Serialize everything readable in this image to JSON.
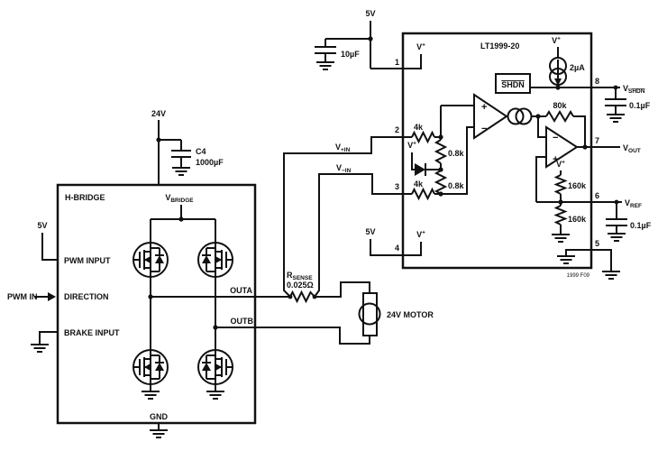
{
  "colors": {
    "ic_fill": "#e8c4bc",
    "line": "#111111",
    "background": "#ffffff"
  },
  "supplies": {
    "v5_top": "5V",
    "c_bypass": "10µF",
    "v24": "24V",
    "c4_name": "C4",
    "c4_value": "1000µF",
    "v5_logic": "5V",
    "v5_pin4": "5V"
  },
  "ic": {
    "part": "LT1999-20",
    "fig_note": "1999 F09",
    "shdn_block": "SHDN",
    "i_bias": "2µA",
    "r_in_top": "4k",
    "r_in_bot": "4k",
    "r_div_top": "0.8k",
    "r_div_bot": "0.8k",
    "r_fb": "80k",
    "r_ref_top": "160k",
    "r_ref_bot": "160k",
    "vplus": {
      "main": "V",
      "sup": "+"
    },
    "op_plus": "+",
    "op_minus": "−",
    "pins": {
      "p1": "1",
      "p2": "2",
      "p3": "3",
      "p4": "4",
      "p5": "5",
      "p6": "6",
      "p7": "7",
      "p8": "8"
    }
  },
  "signals": {
    "v_in_p": {
      "main": "V",
      "sub": "+IN"
    },
    "v_in_n": {
      "main": "V",
      "sub": "−IN"
    },
    "v_out": {
      "main": "V",
      "sub": "OUT"
    },
    "v_ref": {
      "main": "V",
      "sub": "REF"
    },
    "v_shdn": {
      "main": "V",
      "sub": "SHDN"
    },
    "cap_shdn": "0.1µF",
    "cap_ref": "0.1µF"
  },
  "hbridge": {
    "title": "H-BRIDGE",
    "v_bridge": {
      "main": "V",
      "sub": "BRIDGE"
    },
    "pwm_input": "PWM INPUT",
    "direction": "DIRECTION",
    "brake_input": "BRAKE INPUT",
    "pwm_in": "PWM IN",
    "out_a": "OUTA",
    "out_b": "OUTB",
    "gnd": "GND"
  },
  "sense": {
    "r_name": {
      "main": "R",
      "sub": "SENSE"
    },
    "r_value": "0.025Ω"
  },
  "motor": {
    "label": "24V MOTOR"
  }
}
